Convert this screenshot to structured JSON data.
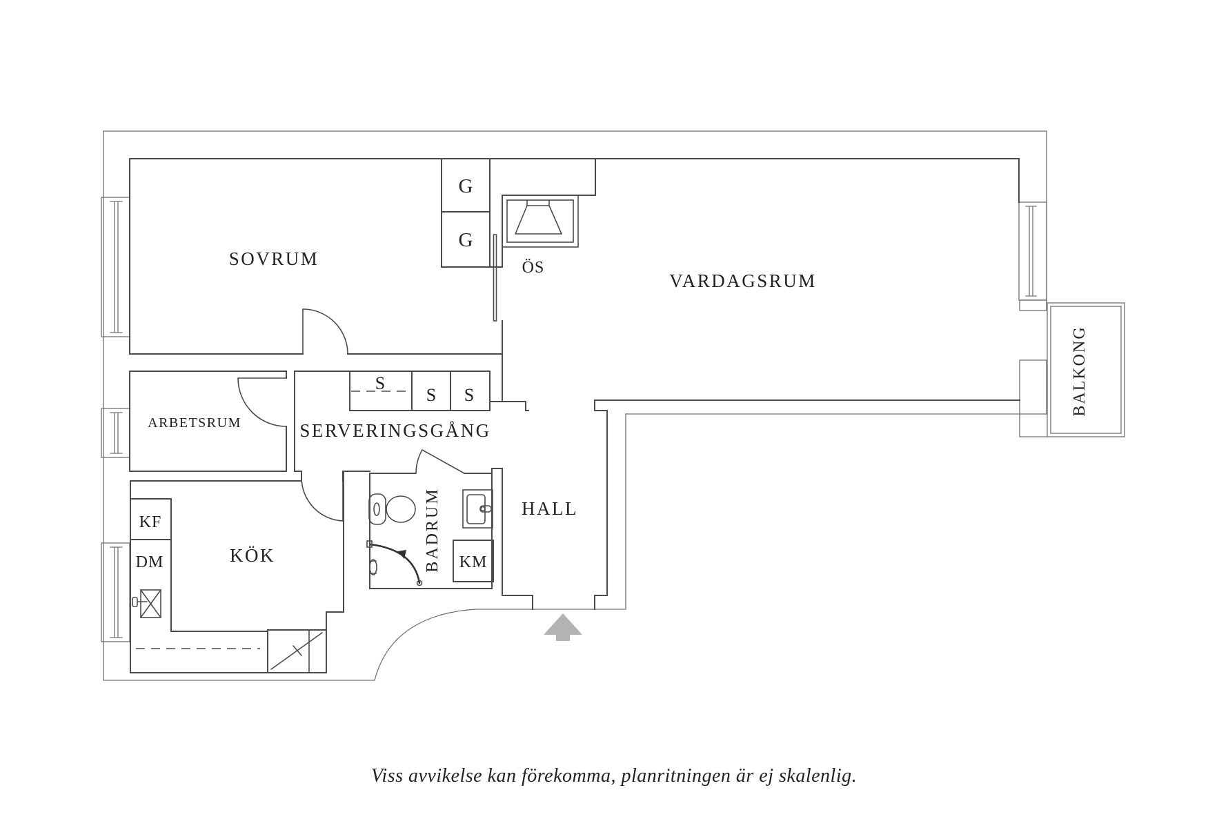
{
  "rooms": {
    "sovrum": "SOVRUM",
    "vardagsrum": "VARDAGSRUM",
    "arbetsrum": "ARBETSRUM",
    "serveringsgang": "SERVERINGSGÅNG",
    "kok": "KÖK",
    "hall": "HALL",
    "badrum": "BADRUM",
    "balkong": "BALKONG"
  },
  "features": {
    "fireplace": "ÖS",
    "wardrobe1": "G",
    "wardrobe2": "G",
    "closet1": "S",
    "closet2": "S",
    "closet3": "S",
    "fridge_freezer": "KF",
    "dishwasher": "DM",
    "washing_machine": "KM"
  },
  "footer": {
    "disclaimer": "Viss avvikelse kan förekomma, planritningen är ej skalenlig."
  },
  "colors": {
    "wall": "#4b4b4b",
    "thin": "#707070",
    "text": "#222222",
    "arrow": "#b3b3b3",
    "bg": "#ffffff"
  }
}
